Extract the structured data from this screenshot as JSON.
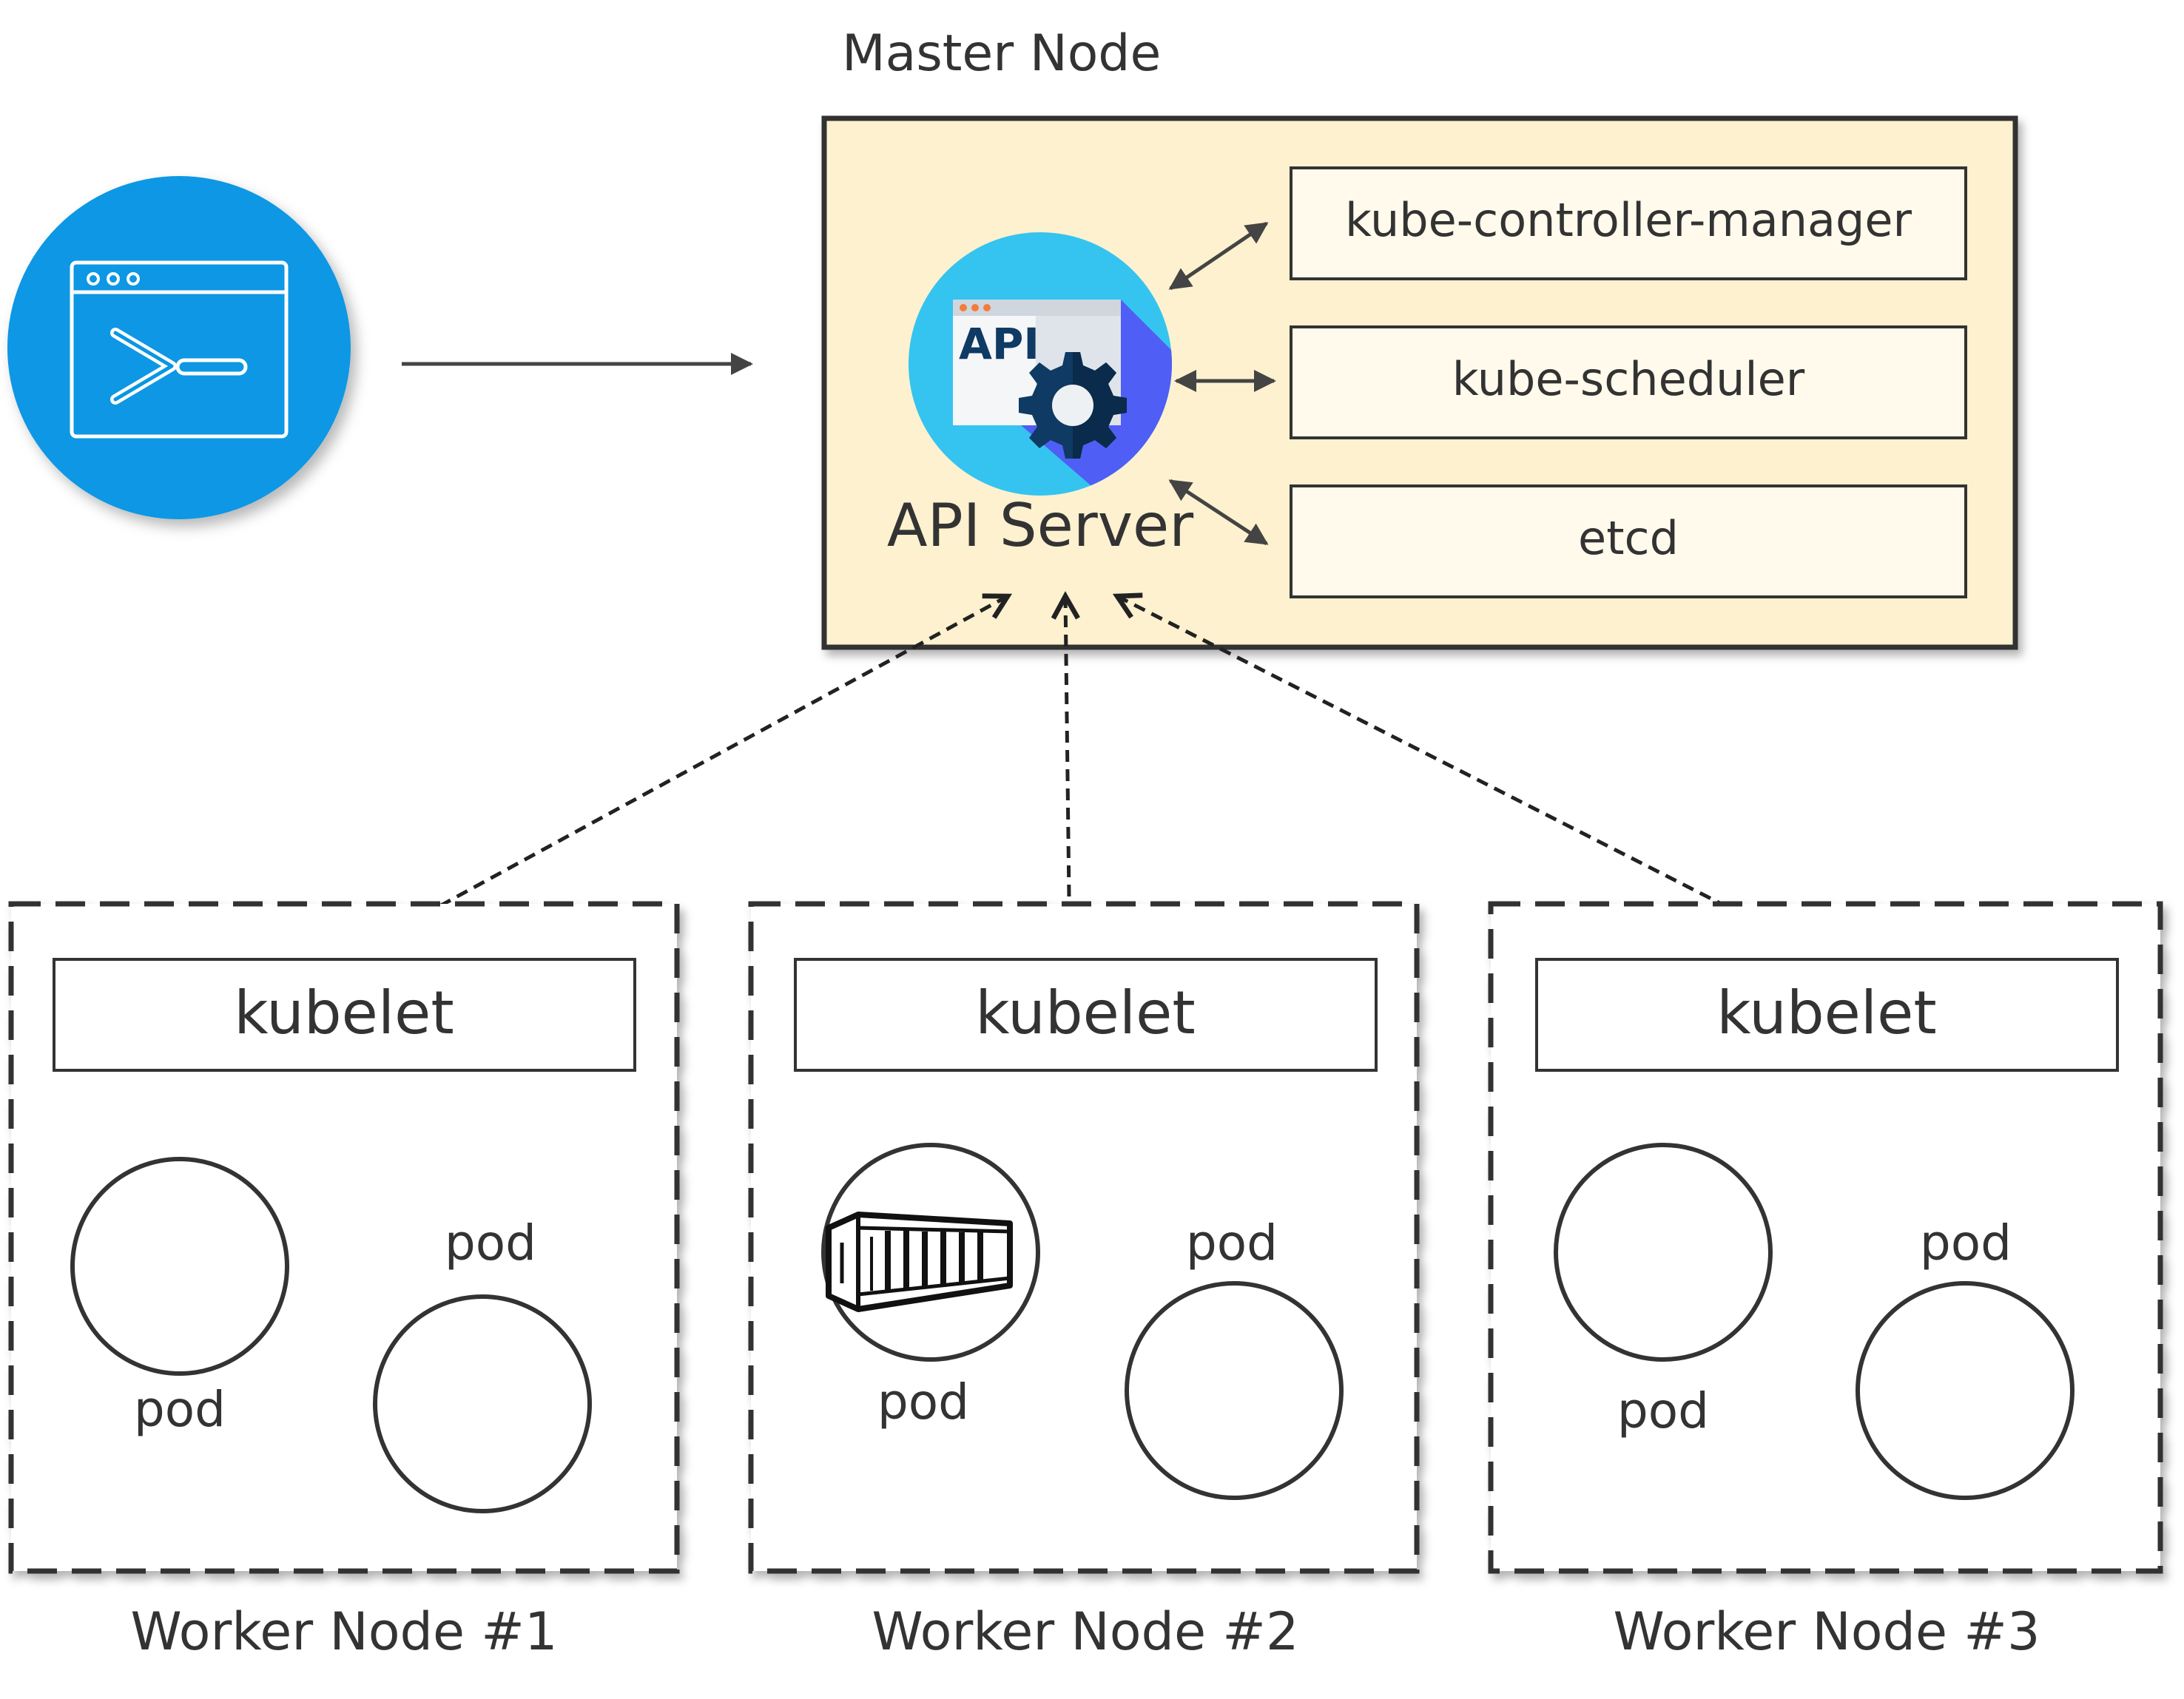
{
  "master": {
    "title": "Master Node",
    "api_server_label": "API Server",
    "api_icon_text": "API",
    "components": [
      "kube-controller-manager",
      "kube-scheduler",
      "etcd"
    ]
  },
  "workers": [
    {
      "title": "Worker Node #1",
      "kubelet": "kubelet",
      "pod_labels": [
        "pod",
        "pod"
      ]
    },
    {
      "title": "Worker Node #2",
      "kubelet": "kubelet",
      "pod_labels": [
        "pod",
        "pod"
      ]
    },
    {
      "title": "Worker Node #3",
      "kubelet": "kubelet",
      "pod_labels": [
        "pod",
        "pod"
      ]
    }
  ],
  "icons": {
    "terminal": "terminal-icon",
    "api": "api-gear-icon",
    "container": "container-icon"
  },
  "colors": {
    "master_fill": "#fdf1cf",
    "master_border": "#333333",
    "component_fill": "#fffaec",
    "terminal_circle": "#0897e4",
    "api_circle": "#35c4ef",
    "api_shadow": "#4f5ef5",
    "gear": "#0e3a63",
    "text": "#333333"
  }
}
